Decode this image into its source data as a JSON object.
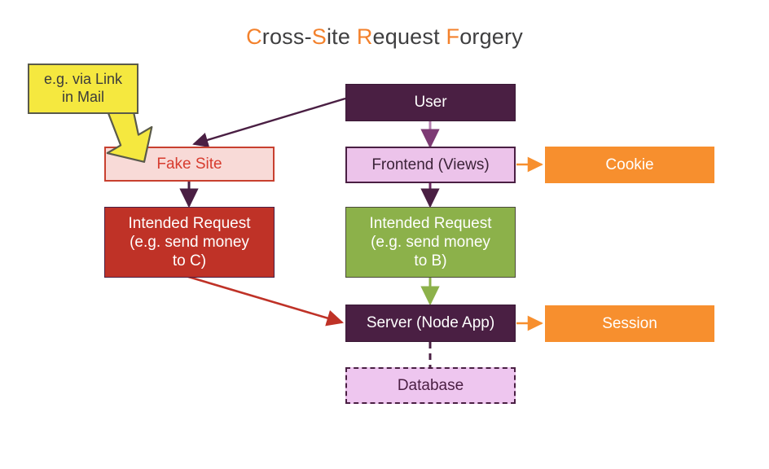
{
  "title": {
    "full": "Cross-Site Request Forgery",
    "parts": [
      {
        "text": "C",
        "accent": true
      },
      {
        "text": "ross-",
        "accent": false
      },
      {
        "text": "S",
        "accent": true
      },
      {
        "text": "ite ",
        "accent": false
      },
      {
        "text": "R",
        "accent": true
      },
      {
        "text": "equest ",
        "accent": false
      },
      {
        "text": "F",
        "accent": true
      },
      {
        "text": "orgery",
        "accent": false
      }
    ],
    "accent_color": "#f3812c",
    "text_color": "#3f3f40"
  },
  "nodes": {
    "note": {
      "label": "e.g. via Link\nin Mail",
      "fill": "#f5e83f",
      "border": "#5a5a4a",
      "text_color": "#3b3b3b"
    },
    "fake_site": {
      "label": "Fake Site",
      "fill": "#f8dad7",
      "border": "#c8402f",
      "text_color": "#d73c2f"
    },
    "user": {
      "label": "User",
      "fill": "#4a1f43",
      "text_color": "#ffffff"
    },
    "frontend": {
      "label": "Frontend (Views)",
      "fill": "#ecc3ea",
      "border": "#4a1f43",
      "text_color": "#3b2238"
    },
    "cookie": {
      "label": "Cookie",
      "fill": "#f78f2e",
      "text_color": "#ffffff"
    },
    "request_fake": {
      "label": "Intended Request\n(e.g. send money\nto C)",
      "fill": "#bf3227",
      "text_color": "#ffffff"
    },
    "request_real": {
      "label": "Intended Request\n(e.g. send money\nto B)",
      "fill": "#8cb14a",
      "text_color": "#ffffff"
    },
    "server": {
      "label": "Server (Node App)",
      "fill": "#4a1f43",
      "text_color": "#ffffff"
    },
    "session": {
      "label": "Session",
      "fill": "#f78f2e",
      "text_color": "#ffffff"
    },
    "database": {
      "label": "Database",
      "fill": "#eec6ef",
      "border": "#4a1f43",
      "text_color": "#4a1f43",
      "border_style": "dashed"
    }
  },
  "edges": [
    {
      "name": "note-to-fake-site",
      "style": "block-arrow",
      "color": "#f5e83f"
    },
    {
      "name": "user-to-fake-site",
      "style": "solid",
      "color": "#4a1f43"
    },
    {
      "name": "fake-site-to-request-fake",
      "style": "solid",
      "color": "#4a1f43"
    },
    {
      "name": "user-to-frontend",
      "style": "solid",
      "color": "#b57fb0"
    },
    {
      "name": "frontend-to-cookie",
      "style": "solid",
      "color": "#f78f2e"
    },
    {
      "name": "frontend-to-request-real",
      "style": "solid",
      "color": "#6e2a63"
    },
    {
      "name": "request-real-to-server",
      "style": "solid",
      "color": "#8cb14a"
    },
    {
      "name": "request-fake-to-server",
      "style": "solid",
      "color": "#bf3227"
    },
    {
      "name": "server-to-session",
      "style": "solid",
      "color": "#f78f2e"
    },
    {
      "name": "server-to-database",
      "style": "dashed",
      "color": "#4a1f43"
    }
  ]
}
